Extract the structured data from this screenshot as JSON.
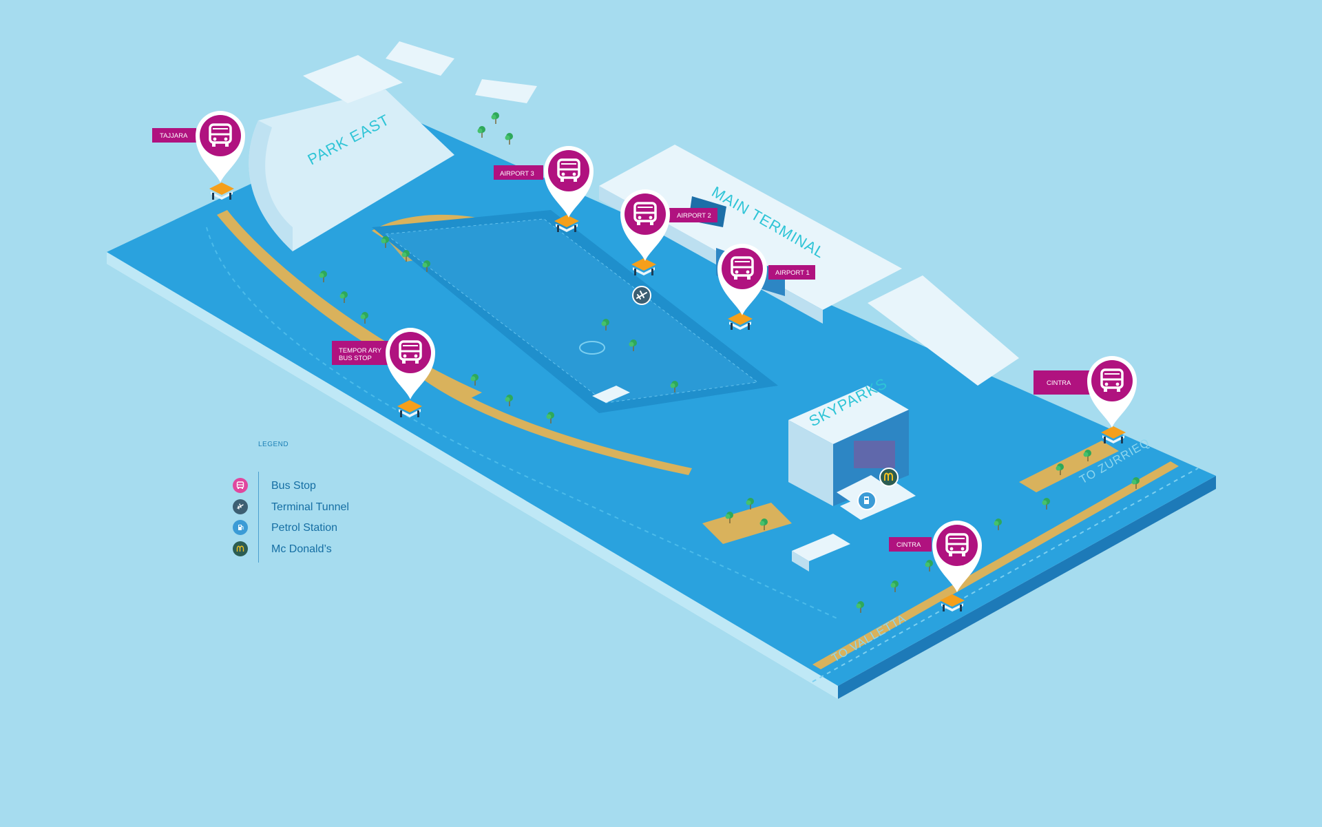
{
  "areas": {
    "park_east": "PARK EAST",
    "main_terminal": "MAIN TERMINAL",
    "skyparks": "SKYPARKS",
    "road_valletta": "TO VALLETTA",
    "road_zurrieq": "TO ZURRIEQ"
  },
  "bus_stops": [
    {
      "name": "TAJJARA"
    },
    {
      "name": "AIRPORT 3"
    },
    {
      "name": "AIRPORT 2"
    },
    {
      "name": "AIRPORT 1"
    },
    {
      "name": "TEMPOR ARY",
      "name_line2": "BUS STOP"
    },
    {
      "name": "CINTRA"
    },
    {
      "name": "CINTRA"
    }
  ],
  "legend": {
    "title": "LEGEND",
    "items": [
      {
        "label": "Bus Stop",
        "icon": "bus-icon",
        "color": "#e0479e"
      },
      {
        "label": "Terminal Tunnel",
        "icon": "airplane-icon",
        "color": "#3d5f73"
      },
      {
        "label": "Petrol Station",
        "icon": "fuel-icon",
        "color": "#3b9bd6"
      },
      {
        "label": "Mc Donald’s",
        "icon": "mcdonalds-icon",
        "color": "#2c5d52"
      }
    ]
  },
  "colors": {
    "background": "#a6dcef",
    "platform_top": "#2aa2de",
    "platform_side": "#1d7ab8",
    "pin": "#b0127f",
    "label_box": "#b0127f",
    "sand": "#d9b25c",
    "building": "#e8f5fb"
  }
}
